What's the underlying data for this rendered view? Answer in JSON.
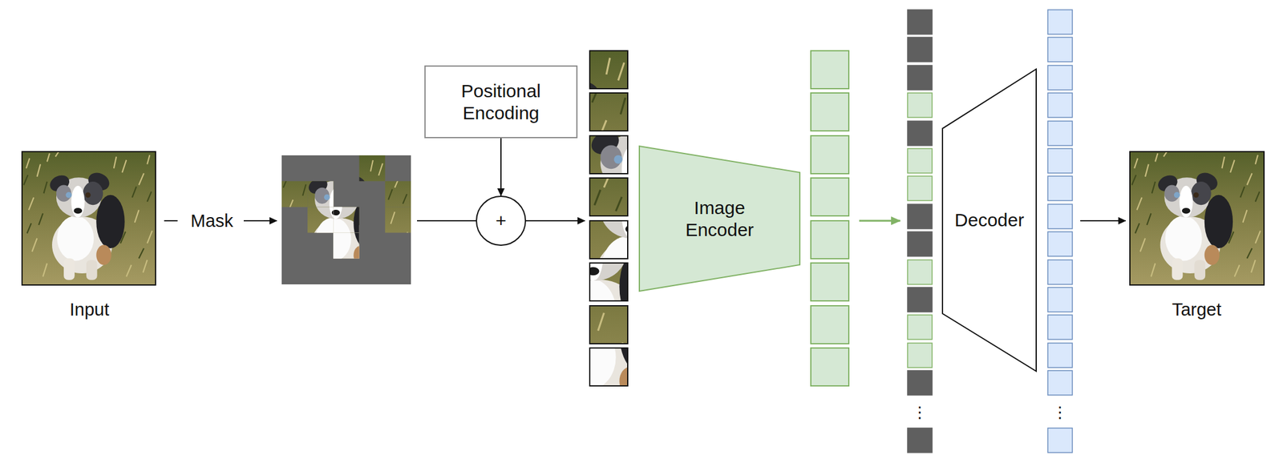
{
  "diagram": {
    "nodes": [
      {
        "text": [
          "Positional Encoding"
        ]
      },
      {
        "text": [
          "+"
        ]
      },
      {
        "text": [
          "Image Encoder"
        ]
      },
      {
        "text": [
          "Decoder"
        ]
      }
    ],
    "edges": [
      {
        "from": 0,
        "to": 1,
        "arrow": "to"
      }
    ],
    "labels": [
      "Input",
      "Mask",
      "Target",
      "⋮",
      "⋮"
    ]
  }
}
